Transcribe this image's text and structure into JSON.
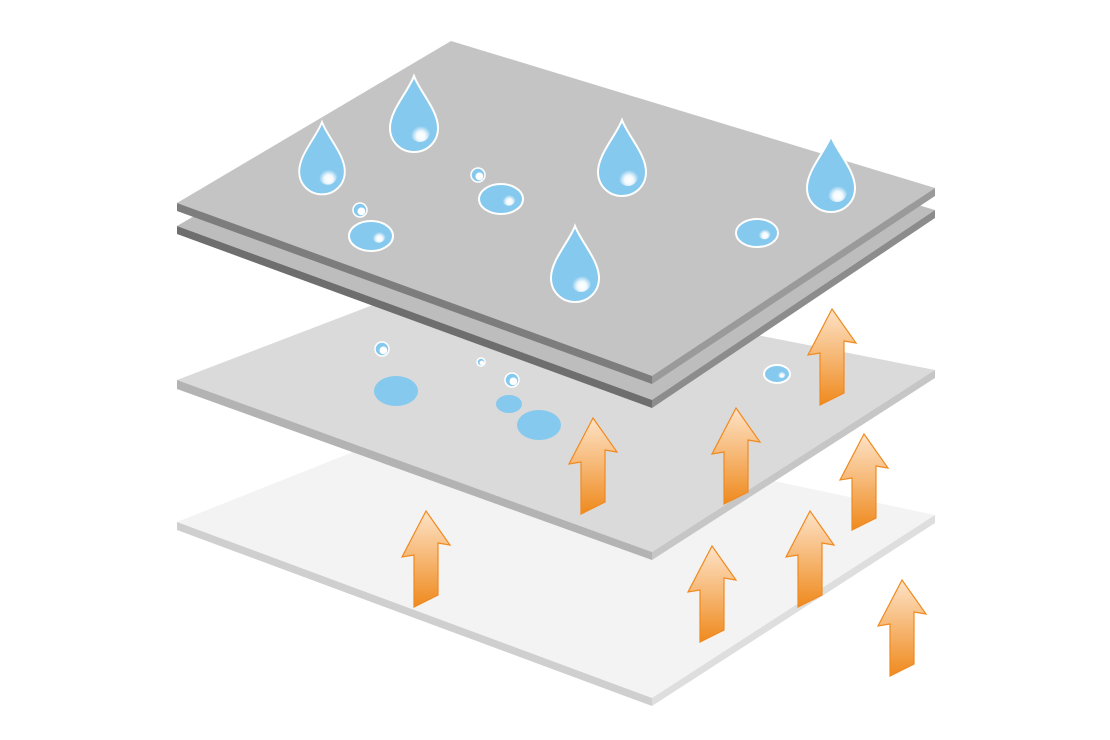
{
  "diagram": {
    "layers": [
      {
        "name": "top-waterproof-layer",
        "double": true
      },
      {
        "name": "middle-membrane-layer",
        "double": false
      },
      {
        "name": "bottom-base-layer",
        "double": false
      }
    ],
    "elements": {
      "water_drop": "water-drop-icon",
      "droplet": "water-droplet",
      "vapor_arrow": "arrow-up-icon"
    },
    "colors": {
      "background": "#ffffff",
      "top_layer": "#c4c4c4",
      "top_layer_edge": "#8c8c8c",
      "top_layer_edge_dark": "#6e6e6e",
      "middle_layer": "#dadada",
      "middle_layer_edge": "#b3b3b3",
      "bottom_layer": "#f3f3f3",
      "bottom_layer_edge": "#cfcfcf",
      "water": "#86c9ee",
      "water_highlight": "#ffffff",
      "arrow_light": "#fde3c7",
      "arrow_dark": "#ef8a1e",
      "arrow_stroke": "#f08a1f"
    }
  }
}
